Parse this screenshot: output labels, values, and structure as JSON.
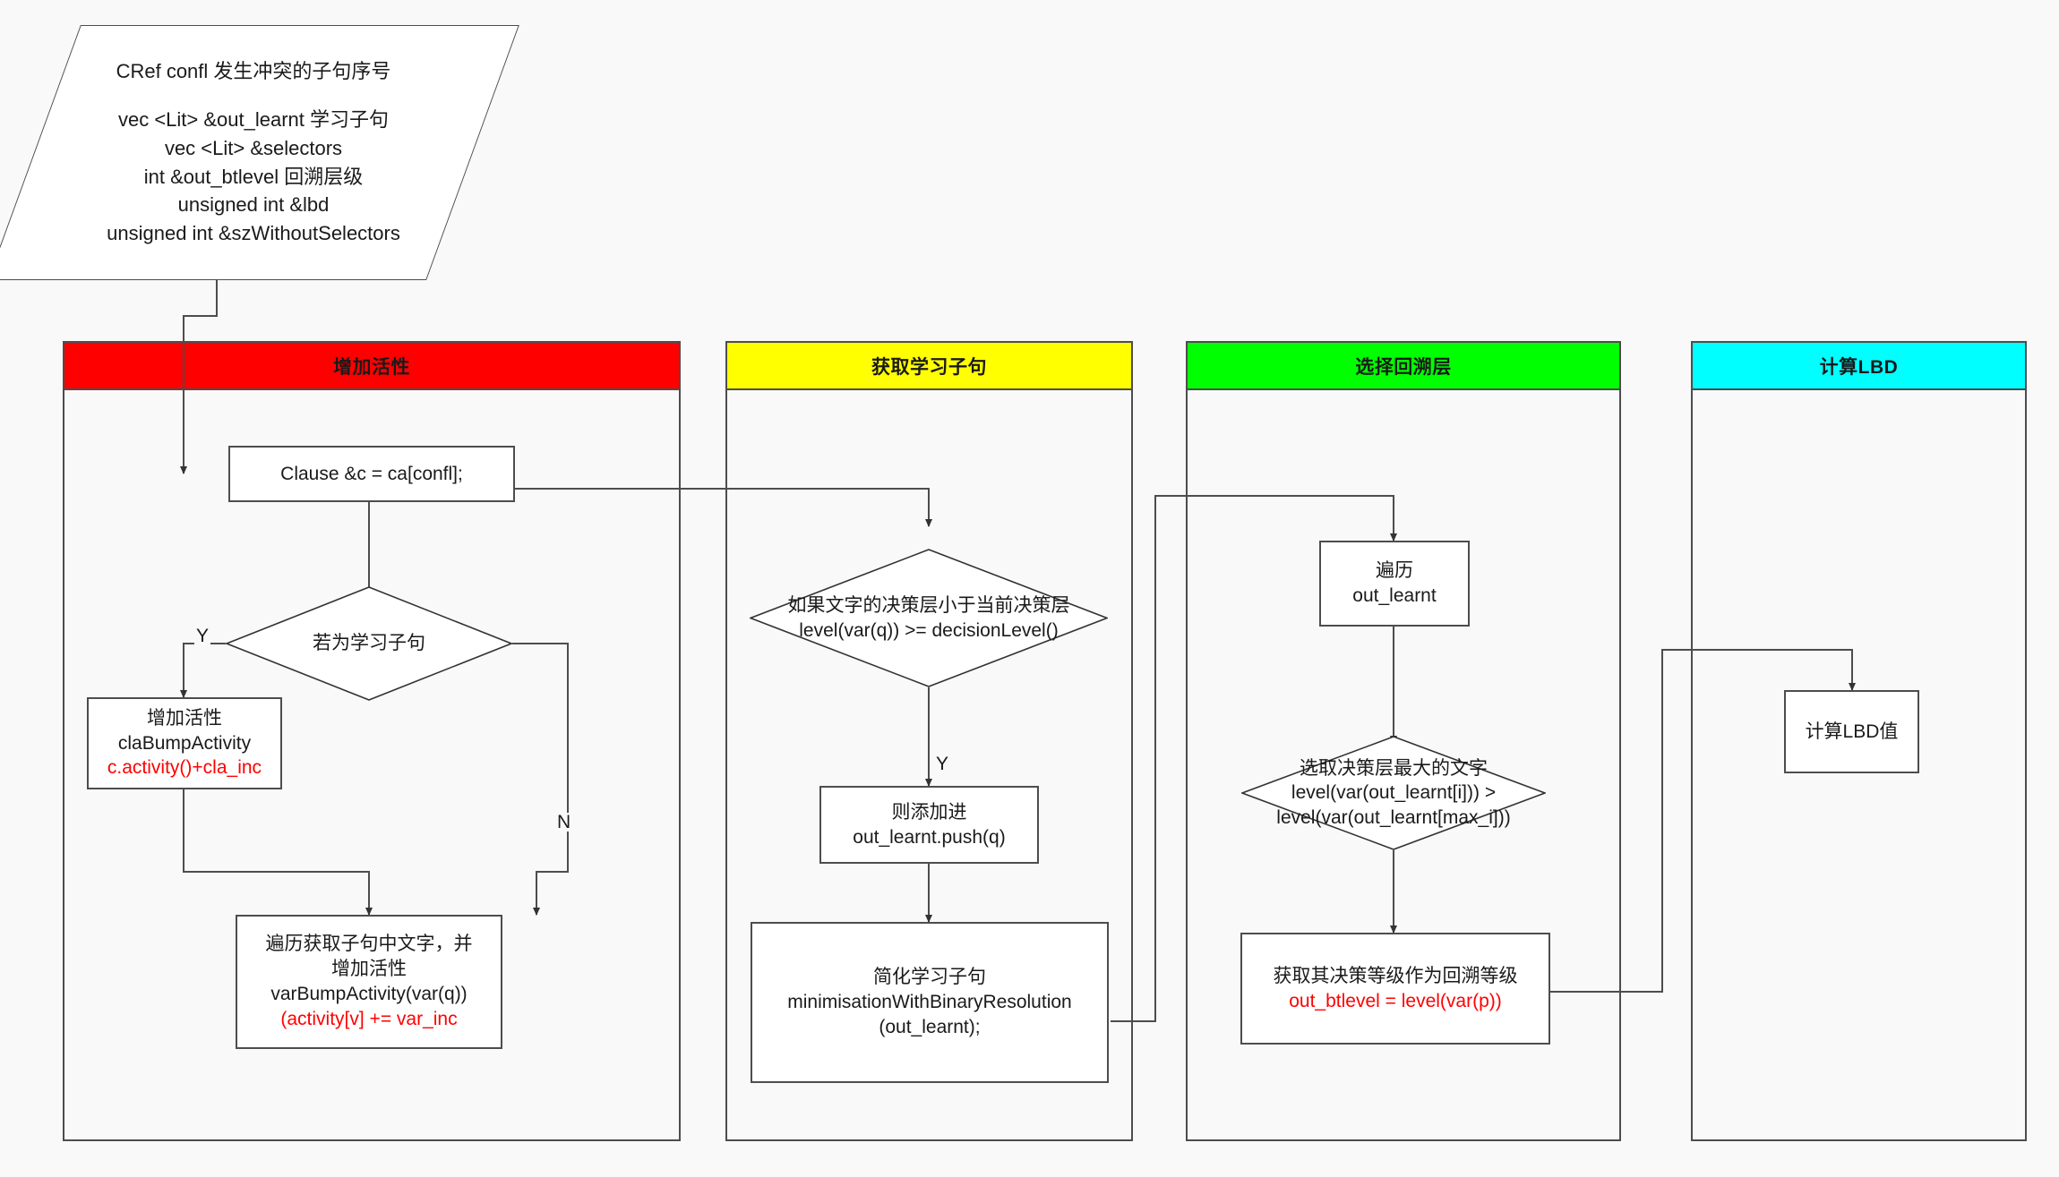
{
  "diagram": {
    "title": "SAT Solver Conflict Analysis Flowchart",
    "background": "#f9f9f9",
    "stroke": "#4d4d4d",
    "text_color": "#1a1a1a",
    "highlight_color": "#ff0000"
  },
  "input_node": {
    "line1": "CRef confl  发生冲突的子句序号",
    "line2": "vec <Lit> &out_learnt  学习子句",
    "line3": "vec <Lit> &selectors",
    "line4": "int &out_btlevel  回溯层级",
    "line5": "unsigned int &lbd",
    "line6": "unsigned int &szWithoutSelectors"
  },
  "lanes": [
    {
      "id": "lane-bump-activity",
      "header": "增加活性",
      "color": "#ff0000"
    },
    {
      "id": "lane-get-learnt",
      "header": "获取学习子句",
      "color": "#ffff00"
    },
    {
      "id": "lane-backtrack",
      "header": "选择回溯层",
      "color": "#00ff00"
    },
    {
      "id": "lane-lbd",
      "header": "计算LBD",
      "color": "#00ffff"
    }
  ],
  "nodes": {
    "clause_assign": {
      "line1": "Clause &c = ca[confl];"
    },
    "is_learnt_clause": {
      "line1": "若为学习子句"
    },
    "bump_clause_activity": {
      "line1": "增加活性",
      "line2": "claBumpActivity",
      "line3": "c.activity()+cla_inc"
    },
    "bump_var_activity": {
      "line1": "遍历获取子句中文字，并",
      "line2": "增加活性",
      "line3": "varBumpActivity(var(q))",
      "line4": "(activity[v] += var_inc"
    },
    "check_decision_level": {
      "line1": "如果文字的决策层小于当前决策层",
      "line2": "level(var(q)) >= decisionLevel()"
    },
    "push_learnt": {
      "line1": "则添加进",
      "line2": "out_learnt.push(q)"
    },
    "minimise_learnt": {
      "line1": "简化学习子句",
      "line2": "minimisationWithBinaryResolution",
      "line3": "(out_learnt);"
    },
    "traverse_out_learnt": {
      "line1": "遍历",
      "line2": "out_learnt"
    },
    "select_max_level": {
      "line1": "选取决策层最大的文字",
      "line2": "level(var(out_learnt[i])) >",
      "line3": "level(var(out_learnt[max_i]))"
    },
    "set_btlevel": {
      "line1": "获取其决策等级作为回溯等级",
      "line2": "out_btlevel = level(var(p))"
    },
    "compute_lbd": {
      "line1": "计算LBD值"
    }
  },
  "edge_labels": {
    "learnt_yes": "Y",
    "learnt_no": "N",
    "decision_yes": "Y"
  }
}
